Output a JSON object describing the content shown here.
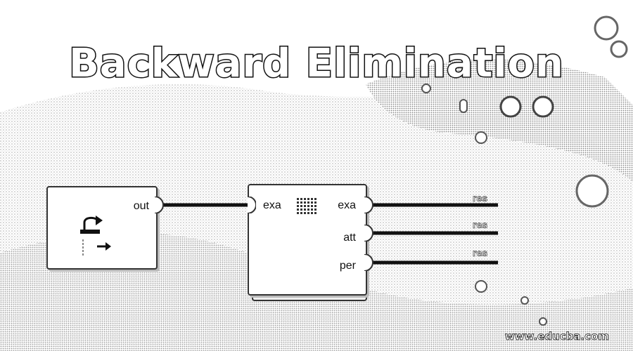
{
  "title": "Backward Elimination",
  "operator_left": {
    "out_label": "out",
    "icon": "retrieve-icon"
  },
  "operator_right": {
    "input_label": "exa",
    "outputs": [
      "exa",
      "att",
      "per"
    ],
    "icon": "grid-icon"
  },
  "results": [
    "res",
    "res",
    "res"
  ],
  "watermark": "www.educba.com"
}
